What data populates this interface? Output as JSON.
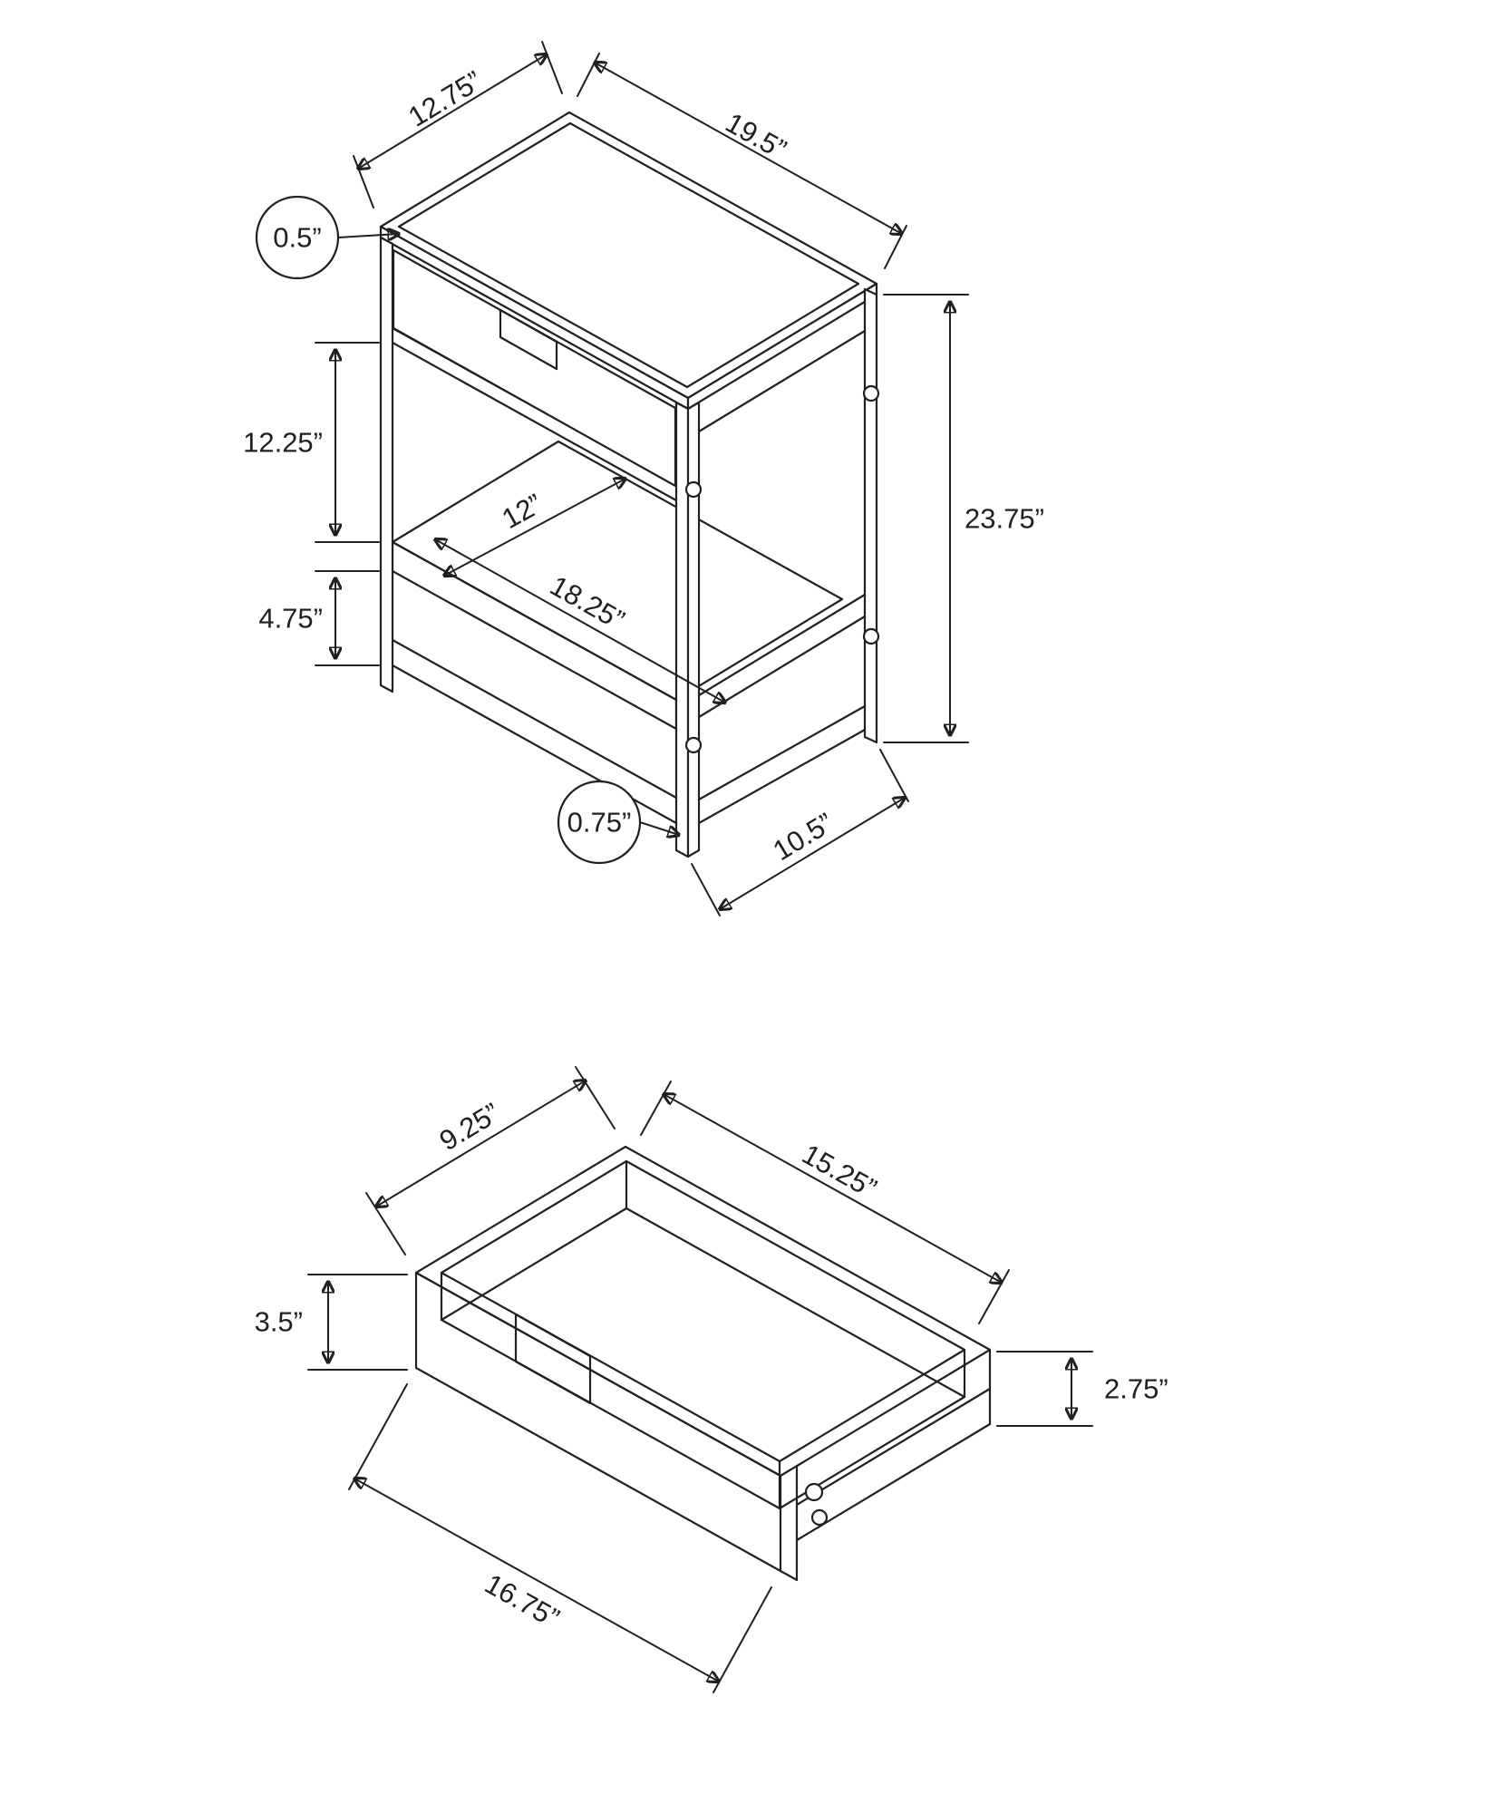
{
  "drawing": {
    "background": "#ffffff",
    "line_color": "#231f20"
  },
  "table_view": {
    "label": "accent-table-isometric-view",
    "dims": {
      "top_depth": "12.75”",
      "top_width": "19.5”",
      "top_thickness": "0.5”",
      "rail_to_shelf": "12.25”",
      "shelf_to_base": "4.75”",
      "shelf_depth": "12”",
      "shelf_width": "18.25”",
      "overall_height": "23.75”",
      "frame_thickness": "0.75”",
      "base_depth": "10.5”"
    }
  },
  "drawer_view": {
    "label": "drawer-isometric-view",
    "dims": {
      "inner_depth": "9.25”",
      "inner_width": "15.25”",
      "front_height": "3.5”",
      "side_height": "2.75”",
      "front_width": "16.75”"
    }
  }
}
